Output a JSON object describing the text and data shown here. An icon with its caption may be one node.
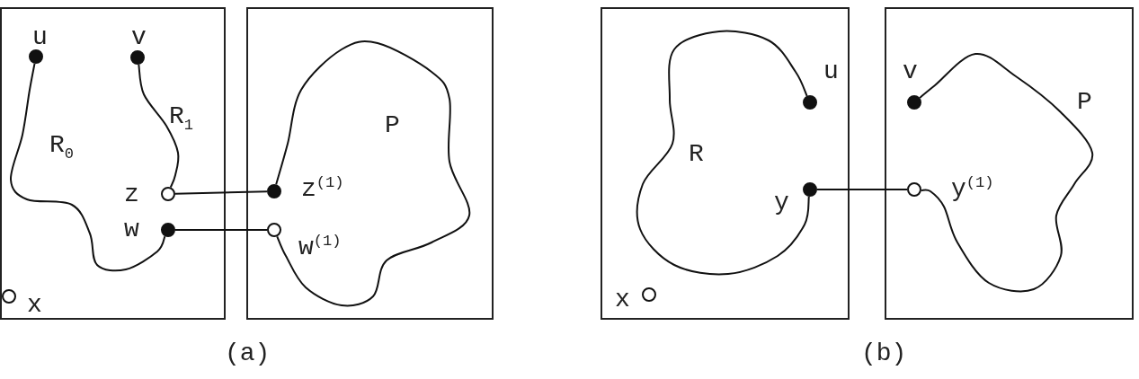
{
  "diagram": {
    "nodes": [
      {
        "text": [],
        "shape": "box"
      },
      {
        "text": [],
        "shape": "circle",
        "beside": [
          "u"
        ],
        "in": 0
      },
      {
        "text": [],
        "shape": "circle",
        "beside": [
          "v"
        ],
        "in": 0
      },
      {
        "text": [],
        "shape": "circle",
        "beside": [
          "z"
        ],
        "in": 0
      },
      {
        "text": [],
        "shape": "circle",
        "beside": [
          "w"
        ],
        "in": 0
      },
      {
        "text": [],
        "shape": "circle",
        "beside": [
          "x"
        ],
        "in": 0
      },
      {
        "text": [],
        "shape": "box"
      },
      {
        "text": [],
        "shape": "circle",
        "beside": [
          "z$^{(1)}$"
        ],
        "in": 6
      },
      {
        "text": [],
        "shape": "circle",
        "beside": [
          "w$^{(1)}$"
        ],
        "in": 6
      },
      {
        "text": [],
        "shape": "box"
      },
      {
        "text": [],
        "shape": "circle",
        "beside": [
          "u"
        ],
        "in": 9
      },
      {
        "text": [],
        "shape": "circle",
        "beside": [
          "y"
        ],
        "in": 9
      },
      {
        "text": [],
        "shape": "circle",
        "beside": [
          "x"
        ],
        "in": 9
      },
      {
        "text": [],
        "shape": "box"
      },
      {
        "text": [],
        "shape": "circle",
        "beside": [
          "v"
        ],
        "in": 13
      },
      {
        "text": [],
        "shape": "circle",
        "beside": [
          "y$^{(1)}$"
        ],
        "in": 13
      }
    ],
    "edges": [
      {
        "from": 1,
        "to": 4,
        "arrow": "none",
        "label": "R$_{0}$"
      },
      {
        "from": 2,
        "to": 3,
        "arrow": "none",
        "label": "R$_{1}$"
      },
      {
        "from": 7,
        "to": 8,
        "arrow": "none",
        "label": "P"
      },
      {
        "from": 3,
        "to": 7,
        "arrow": "none"
      },
      {
        "from": 4,
        "to": 8,
        "arrow": "none"
      },
      {
        "from": 10,
        "to": 11,
        "arrow": "none",
        "label": "R"
      },
      {
        "from": 14,
        "to": 15,
        "arrow": "none",
        "label": "P"
      },
      {
        "from": 11,
        "to": 15,
        "arrow": "none"
      }
    ],
    "labels": [
      "(a)",
      "(b)"
    ]
  }
}
